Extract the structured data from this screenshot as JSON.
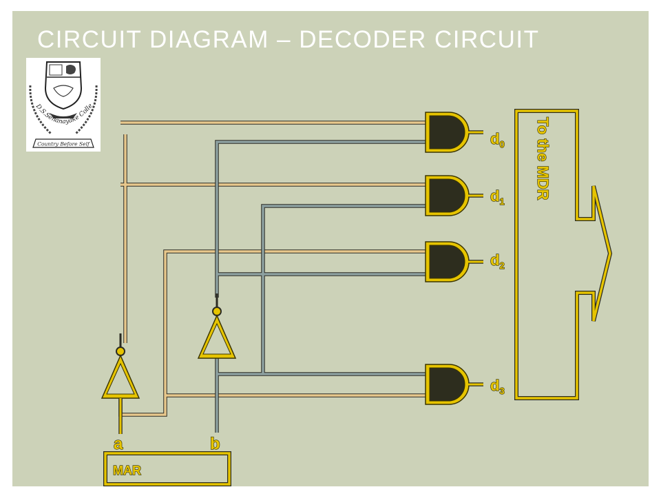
{
  "title": "CIRCUIT DIAGRAM – DECODER CIRCUIT",
  "logo": {
    "icon": "college-crest-icon",
    "text_arc": "D.S.Senanayake College",
    "motto": "Country Before Self"
  },
  "diagram": {
    "register_label": "MAR",
    "input_a": "a",
    "input_b": "b",
    "outputs": [
      {
        "base": "d",
        "sub": "0"
      },
      {
        "base": "d",
        "sub": "1"
      },
      {
        "base": "d",
        "sub": "2"
      },
      {
        "base": "d",
        "sub": "3"
      }
    ],
    "destination_label": "To the MDR"
  },
  "colors": {
    "background": "#ccd2b8",
    "gate_fill": "#e6c400",
    "wire_a": "#e8c88c",
    "wire_b": "#8ca0a0",
    "title": "#ffffff"
  }
}
